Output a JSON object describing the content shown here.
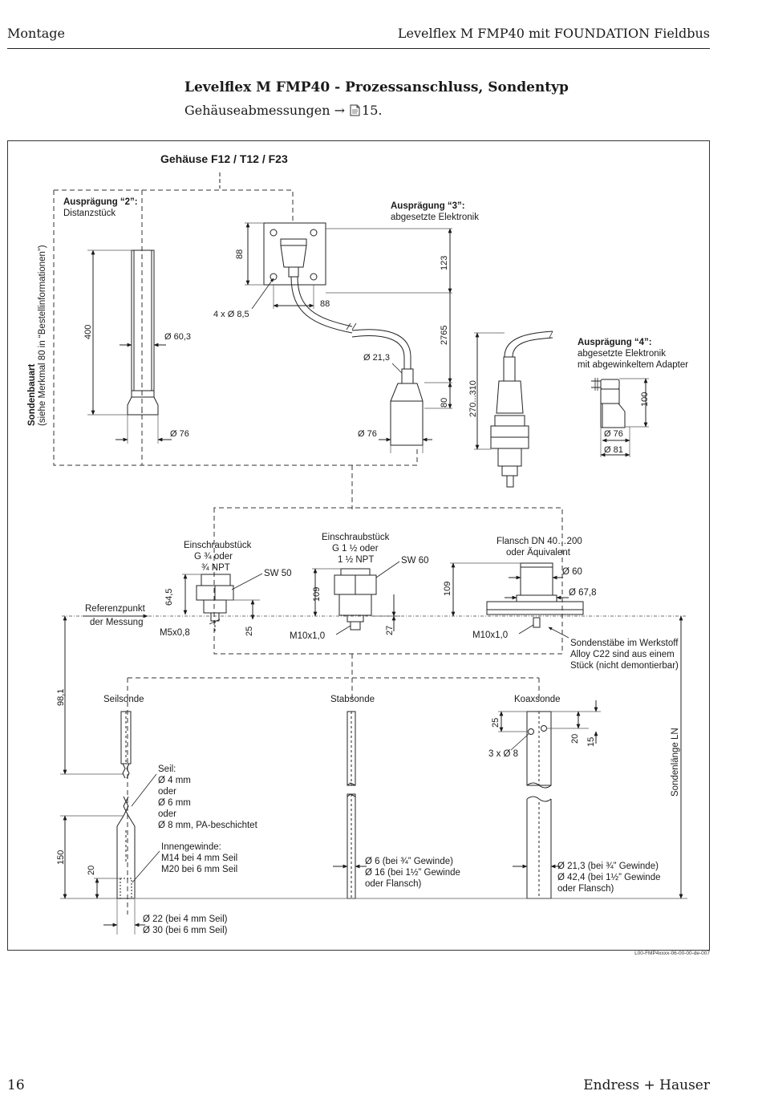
{
  "header": {
    "left": "Montage",
    "right": "Levelflex M FMP40 mit FOUNDATION Fieldbus"
  },
  "section": {
    "title": "Levelflex M FMP40 - Prozessanschluss, Sondentyp",
    "subtitle_text": "Gehäuseabmessungen →",
    "subtitle_page": "15.",
    "page_icon": "page-reference-icon"
  },
  "figure": {
    "gehaeuse": "Gehäuse F12 / T12 / F23",
    "sondenbauart_line1": "Sondenbauart",
    "sondenbauart_line2": "(siehe Merkmal 80 in “Bestellinformationen”)",
    "auspr2_title": "Ausprägung “2”:",
    "auspr2_desc": "Distanzstück",
    "auspr3_title": "Ausprägung “3”:",
    "auspr3_desc": "abgesetzte Elektronik",
    "auspr4_title": "Ausprägung “4”:",
    "auspr4_desc1": "abgesetzte Elektronik",
    "auspr4_desc2": "mit abgewinkeltem Adapter",
    "dim_400": "400",
    "dim_d603": "Ø 60,3",
    "dim_d76_a": "Ø 76",
    "dim_88_v": "88",
    "dim_88_h": "88",
    "dim_holes": "4 x Ø 8,5",
    "dim_123": "123",
    "dim_2765": "2765",
    "dim_80": "80",
    "dim_d213": "Ø 21,3",
    "dim_d76_b": "Ø 76",
    "dim_270_310": "270...310",
    "dim_100": "100",
    "dim_d76_c": "Ø 76",
    "dim_d81": "Ø 81",
    "einschr1_l1": "Einschraubstück",
    "einschr1_l2": "G ¾ oder",
    "einschr1_l3": "¾ NPT",
    "sw50": "SW 50",
    "dim_645": "64,5",
    "dim_25": "25",
    "m5": "M5x0,8",
    "einschr2_l1": "Einschraubstück",
    "einschr2_l2": "G 1 ½ oder",
    "einschr2_l3": "1 ½ NPT",
    "sw60": "SW 60",
    "dim_109_a": "109",
    "dim_27": "27",
    "m10_a": "M10x1,0",
    "flansch_l1": "Flansch DN 40…200",
    "flansch_l2": "oder Äquivalent",
    "dim_d60": "Ø 60",
    "dim_d678": "Ø 67,8",
    "dim_109_b": "109",
    "m10_b": "M10x1,0",
    "ref_l1": "Referenzpunkt",
    "ref_l2": "der Messung",
    "stab_note1": "Sondenstäbe im Werkstoff",
    "stab_note2": "Alloy C22 sind aus einem",
    "stab_note3": "Stück (nicht demontierbar)",
    "dim_981": "98,1",
    "seilsonde": "Seilsonde",
    "stabsonde": "Stabsonde",
    "koaxsonde": "Koaxsonde",
    "sondenlaenge": "Sondenlänge LN",
    "seil_title": "Seil:",
    "seil_l1": "Ø 4 mm",
    "seil_l2": "oder",
    "seil_l3": "Ø 6 mm",
    "seil_l4": "oder",
    "seil_l5": "Ø 8 mm, PA-beschichtet",
    "innen_title": "Innengewinde:",
    "innen_l1": "M14 bei 4 mm Seil",
    "innen_l2": "M20 bei 6 mm Seil",
    "dim_150": "150",
    "dim_20_a": "20",
    "seil_d1": "Ø 22 (bei 4 mm Seil)",
    "seil_d2": "Ø 30 (bei 6 mm Seil)",
    "stab_d1": "Ø 6 (bei ¾” Gewinde)",
    "stab_d2": "Ø 16 (bei 1½” Gewinde",
    "stab_d3": "oder Flansch)",
    "koax_25": "25",
    "koax_20": "20",
    "koax_15": "15",
    "koax_holes": "3 x Ø 8",
    "koax_d1": "Ø 21,3 (bei ¾” Gewinde)",
    "koax_d2": "Ø 42,4 (bei 1½” Gewinde",
    "koax_d3": "oder Flansch)"
  },
  "figure_ref": "L00-FMP4xxxx-06-00-00-de-007",
  "footer": {
    "page_number": "16",
    "brand": "Endress + Hauser"
  }
}
